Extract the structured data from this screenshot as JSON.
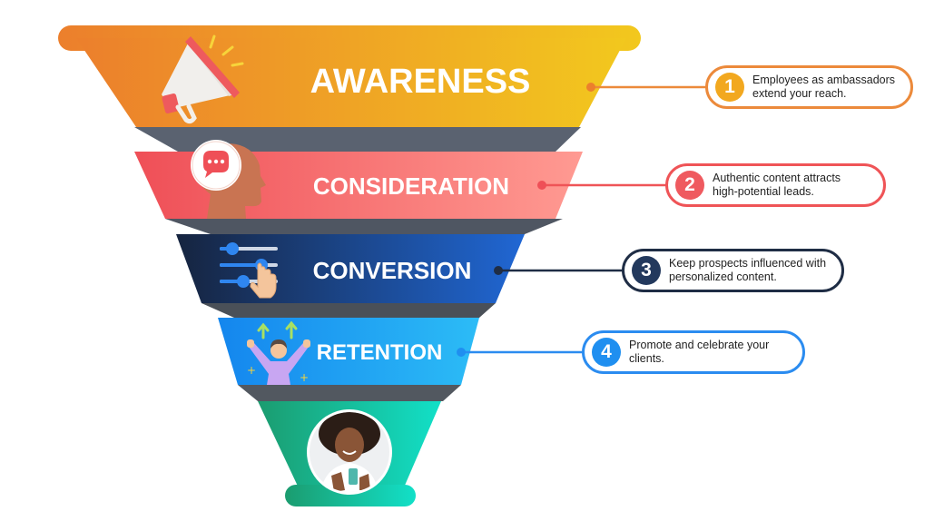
{
  "stages": [
    {
      "title": "AWARENESS",
      "icon": "megaphone-icon",
      "callout": {
        "number": "1",
        "lines": [
          "Employees as ambassadors",
          "extend your reach."
        ]
      }
    },
    {
      "title": "CONSIDERATION",
      "icon": "thinking-head-icon",
      "callout": {
        "number": "2",
        "lines": [
          "Authentic content attracts",
          "high-potential leads."
        ]
      }
    },
    {
      "title": "CONVERSION",
      "icon": "sliders-hand-icon",
      "callout": {
        "number": "3",
        "lines": [
          "Keep prospects influenced with",
          "personalized content."
        ]
      }
    },
    {
      "title": "RETENTION",
      "icon": "celebrating-person-icon",
      "callout": {
        "number": "4",
        "lines": [
          "Promote and celebrate your",
          "clients."
        ]
      }
    }
  ],
  "bottom": {
    "image": "smiling-woman-with-phone-photo"
  },
  "colors": {
    "awareness": [
      "#ec7f2c",
      "#f2c81e"
    ],
    "consideration": [
      "#f0545a",
      "#ff8e8a"
    ],
    "conversion": [
      "#1a2b4c",
      "#1f63c8"
    ],
    "retention": [
      "#1a8ff0",
      "#2ab6f5"
    ],
    "bottom": [
      "#1fa873",
      "#14dcc2"
    ],
    "callout_borders": [
      "#ec8a3b",
      "#ef5457",
      "#1f2d45",
      "#2b8cf0"
    ],
    "callout_badges": [
      "#f2a81f",
      "#ef5a5f",
      "#23395d",
      "#1f8ff0"
    ]
  }
}
